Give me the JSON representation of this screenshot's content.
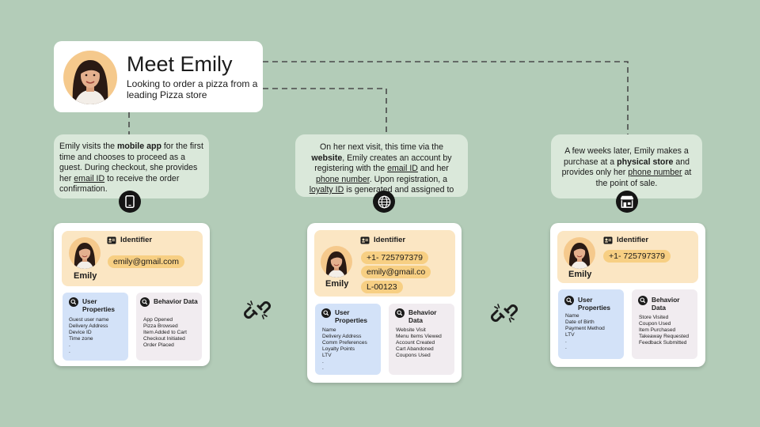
{
  "intro": {
    "title": "Meet Emily",
    "subtitle": "Looking  to order a pizza from a leading Pizza store"
  },
  "steps": [
    {
      "segments": [
        {
          "t": "Emily visits the "
        },
        {
          "t": "mobile app",
          "b": true
        },
        {
          "t": " for the first time and chooses to proceed as a guest. During checkout, she provides her "
        },
        {
          "t": "email ID",
          "u": true
        },
        {
          "t": " to receive the order confirmation."
        }
      ],
      "icon": "mobile-phone-icon",
      "profile": {
        "name": "Emily",
        "identifier_label": "Identifier",
        "identifiers": [
          "emily@gmail.com"
        ],
        "user_properties": {
          "title": "User Properties",
          "items": [
            "Guest user name",
            "Delivery Address",
            "Device ID",
            "Time zone",
            ".",
            "."
          ]
        },
        "behavior_data": {
          "title": "Behavior Data",
          "items": [
            "App Opened",
            "Pizza Browsed",
            "Item Added to Cart",
            "Checkout Initiated",
            "Order Placed"
          ]
        }
      }
    },
    {
      "segments": [
        {
          "t": "On her next visit, this time via the "
        },
        {
          "t": "website",
          "b": true
        },
        {
          "t": ", Emily creates an account by registering with the "
        },
        {
          "t": "email ID",
          "u": true
        },
        {
          "t": " and her "
        },
        {
          "t": "phone number",
          "u": true
        },
        {
          "t": ". Upon registration, a "
        },
        {
          "t": "loyalty ID",
          "u": true
        },
        {
          "t": " is generated and assigned to"
        }
      ],
      "icon": "globe-icon",
      "profile": {
        "name": "Emily",
        "identifier_label": "Identifier",
        "identifiers": [
          "+1- 725797379",
          "emily@gmail.co",
          "L-00123"
        ],
        "user_properties": {
          "title": "User Properties",
          "items": [
            "Name",
            "Delivery Address",
            "Comm Preferences",
            "Loyalty Points",
            "LTV",
            ".",
            "."
          ]
        },
        "behavior_data": {
          "title": "Behavior Data",
          "items": [
            "Website Visit",
            "Menu Items Viewed",
            "Account Created",
            "Cart Abandoned",
            "Coupons Used"
          ]
        }
      }
    },
    {
      "segments": [
        {
          "t": "A few weeks later, Emily makes a purchase at a "
        },
        {
          "t": "physical store",
          "b": true
        },
        {
          "t": " and provides only her "
        },
        {
          "t": "phone number",
          "u": true
        },
        {
          "t": " at the point of sale."
        }
      ],
      "icon": "store-icon",
      "profile": {
        "name": "Emily",
        "identifier_label": "Identifier",
        "identifiers": [
          "+1- 725797379"
        ],
        "user_properties": {
          "title": "User Properties",
          "items": [
            "Name",
            "Date of Birth",
            "Payment Method",
            "LTV",
            ".",
            "."
          ]
        },
        "behavior_data": {
          "title": "Behavior Data",
          "items": [
            "Store Visited",
            "Coupon Used",
            "Item Purchased",
            "Takeaway Requested",
            "Feedback Submitted"
          ]
        }
      }
    }
  ],
  "connector_icons": [
    "broken-link-icon",
    "broken-link-icon"
  ],
  "colors": {
    "background": "#b3ccb8",
    "story_box": "#dae8da",
    "identifier_panel": "#fbe6c3",
    "identifier_pill": "#f7cf83",
    "user_properties_panel": "#d3e2f8",
    "behavior_panel": "#f1ecf0",
    "icon_dark": "#151515"
  }
}
